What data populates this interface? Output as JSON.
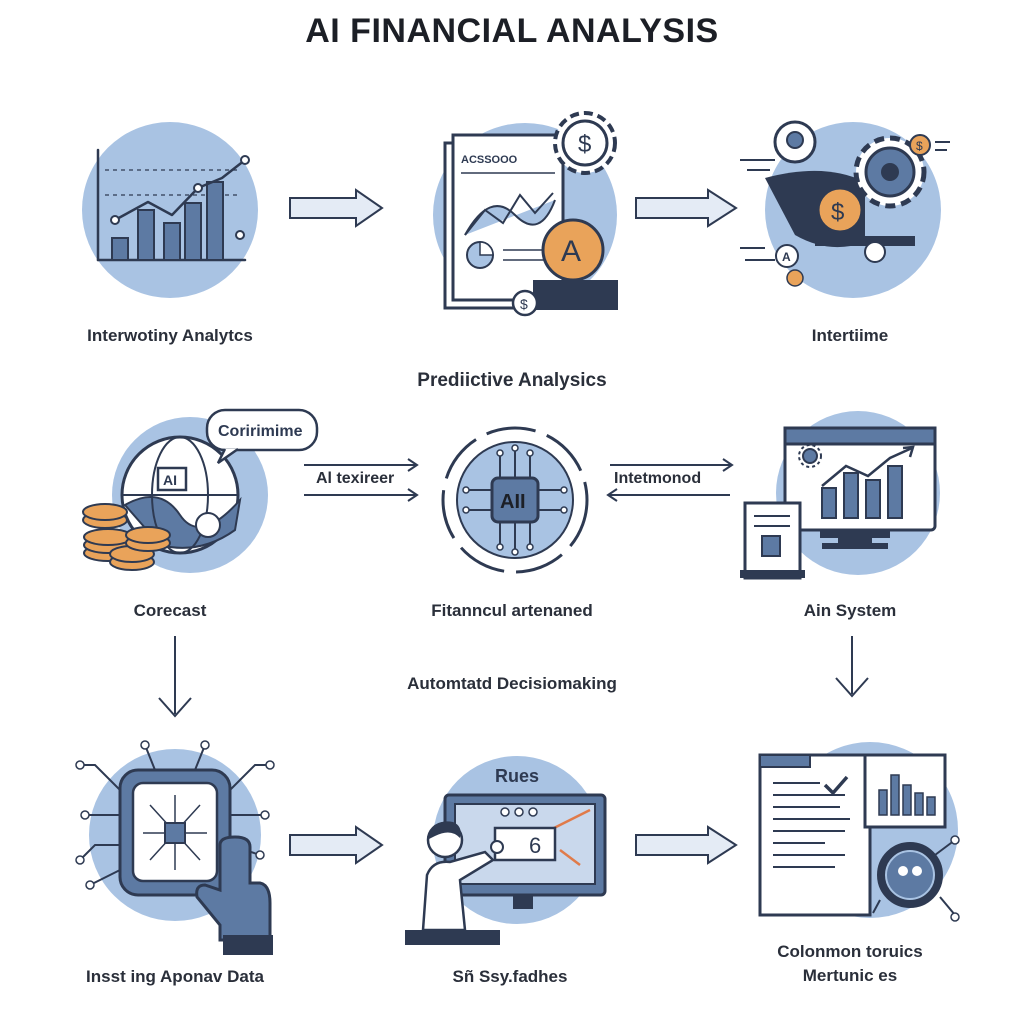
{
  "title": "AI FINANCIAL ANALYSIS",
  "row1": {
    "item1_label": "Interwotiny Analytcs",
    "item2_doc_header": "ACSSOOO",
    "item2_coin_letter": "A",
    "item3_label": "Intertiime"
  },
  "section1": "Prediictive Analysics",
  "row2": {
    "item1_bubble": "Coririmime",
    "item1_chip": "AI",
    "item1_label": "Corecast",
    "arrow_left_label": "Al texireer",
    "center_chip": "AII",
    "center_label": "Fitanncul artenaned",
    "arrow_right_label": "Intetmonod",
    "item3_label": "Ain System"
  },
  "section2": "Automtatd Decisiomaking",
  "row3": {
    "item1_label": "Insst ing Aponav Data",
    "item2_header": "Rues",
    "item2_label": "Sñ Ssy.fadhes",
    "item3_label_line1": "Colonmon toruics",
    "item3_label_line2": "Mertunic es"
  },
  "colors": {
    "circle": "#a9c3e3",
    "dark": "#2e3a52",
    "mid": "#5d7aa3",
    "coin": "#e9a35a",
    "arrow_fill": "#e4ebf5"
  }
}
